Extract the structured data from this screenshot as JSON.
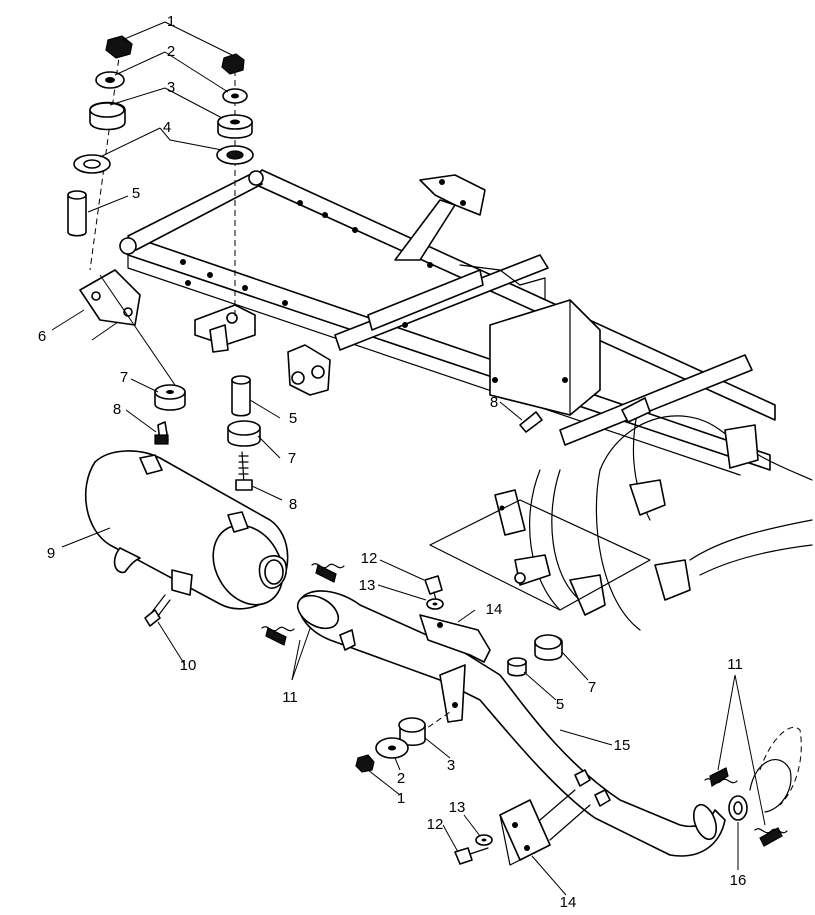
{
  "callouts": [
    {
      "id": "c1a",
      "text": "1"
    },
    {
      "id": "c2a",
      "text": "2"
    },
    {
      "id": "c3a",
      "text": "3"
    },
    {
      "id": "c4a",
      "text": "4"
    },
    {
      "id": "c5a",
      "text": "5"
    },
    {
      "id": "c6",
      "text": "6"
    },
    {
      "id": "c7a",
      "text": "7"
    },
    {
      "id": "c8a",
      "text": "8"
    },
    {
      "id": "c5b",
      "text": "5"
    },
    {
      "id": "c7b",
      "text": "7"
    },
    {
      "id": "c8b",
      "text": "8"
    },
    {
      "id": "c8c",
      "text": "8"
    },
    {
      "id": "c9",
      "text": "9"
    },
    {
      "id": "c10",
      "text": "10"
    },
    {
      "id": "c11a",
      "text": "11"
    },
    {
      "id": "c12a",
      "text": "12"
    },
    {
      "id": "c13a",
      "text": "13"
    },
    {
      "id": "c14a",
      "text": "14"
    },
    {
      "id": "c7c",
      "text": "7"
    },
    {
      "id": "c5c",
      "text": "5"
    },
    {
      "id": "c15",
      "text": "15"
    },
    {
      "id": "c3b",
      "text": "3"
    },
    {
      "id": "c2b",
      "text": "2"
    },
    {
      "id": "c1b",
      "text": "1"
    },
    {
      "id": "c11b",
      "text": "11"
    },
    {
      "id": "c13b",
      "text": "13"
    },
    {
      "id": "c12b",
      "text": "12"
    },
    {
      "id": "c14b",
      "text": "14"
    },
    {
      "id": "c16",
      "text": "16"
    }
  ]
}
